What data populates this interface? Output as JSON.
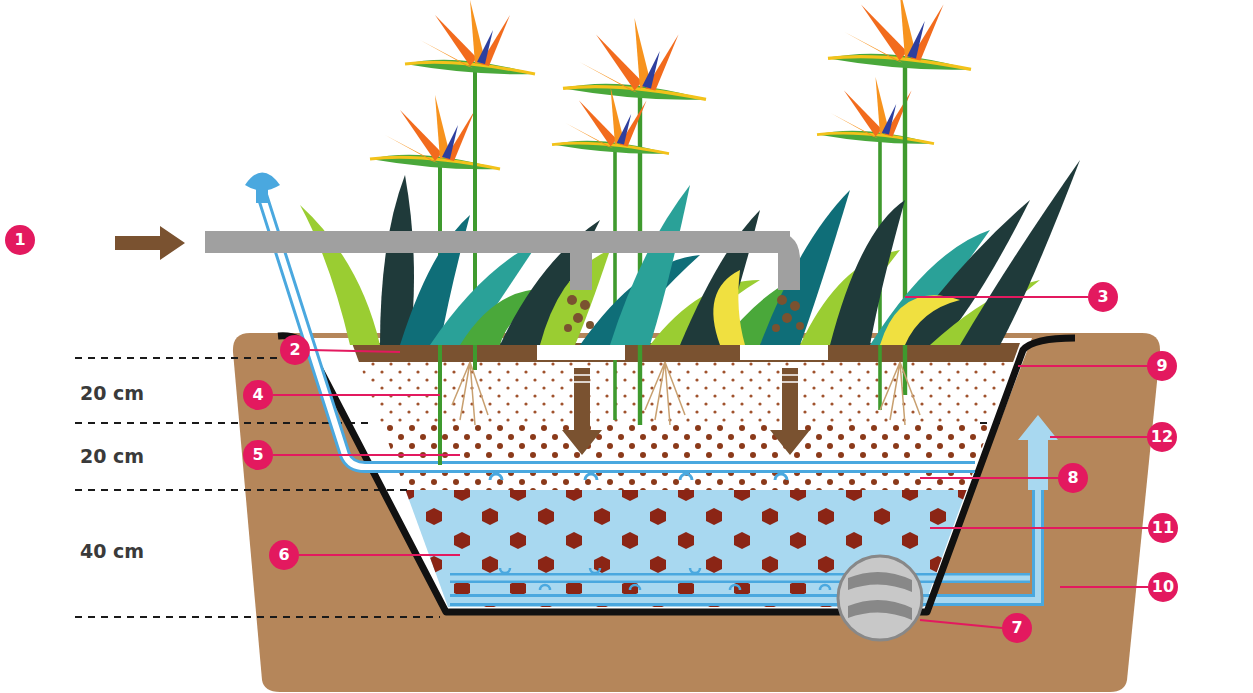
{
  "diagram": {
    "nodes": [
      {
        "text": [
          "1"
        ]
      },
      {
        "text": [
          "2"
        ]
      },
      {
        "text": [
          "3"
        ]
      },
      {
        "text": [
          "4"
        ]
      },
      {
        "text": [
          "5"
        ]
      },
      {
        "text": [
          "6"
        ]
      },
      {
        "text": [
          "7"
        ]
      },
      {
        "text": [
          "8"
        ]
      },
      {
        "text": [
          "9"
        ]
      },
      {
        "text": [
          "10"
        ]
      },
      {
        "text": [
          "11"
        ]
      },
      {
        "text": [
          "12"
        ]
      }
    ],
    "labels": [
      "20 cm",
      "20 cm",
      "40 cm"
    ]
  }
}
